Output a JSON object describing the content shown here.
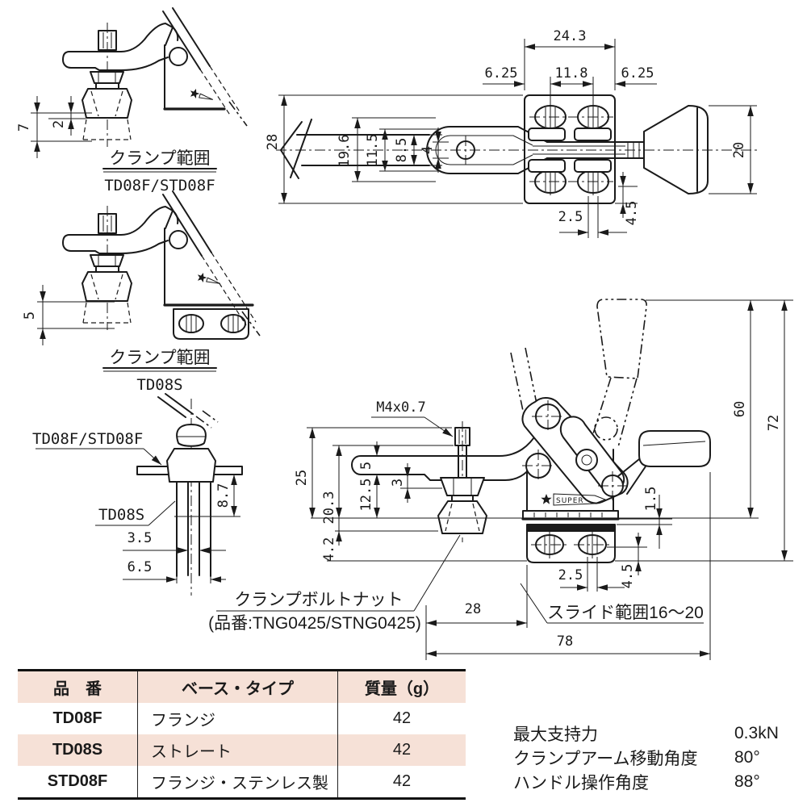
{
  "colors": {
    "line": "#1a1a1a",
    "table_header_bg": "#f6e1d7",
    "table_alt_bg": "#f6e1d7",
    "paper": "#ffffff"
  },
  "views": {
    "range_f": {
      "title": "クランプ範囲",
      "subtitle": "TD08F/STD08F",
      "dim_range": "7",
      "dim_over": "2"
    },
    "range_s": {
      "title": "クランプ範囲",
      "subtitle": "TD08S",
      "dim_range": "5"
    },
    "detail": {
      "label_flange": "TD08F/STD08F",
      "label_straight": "TD08S",
      "dim_depth": "8.7",
      "dim_inner": "3.5",
      "dim_outer": "6.5"
    },
    "top": {
      "dim_width": "24.3",
      "dim_off_l": "6.25",
      "dim_span": "11.8",
      "dim_off_r": "6.25",
      "dim_height": "28",
      "dim_196": "19.6",
      "dim_115": "11.5",
      "dim_85": "8.5",
      "dim_4": "4",
      "dim_knob": "20",
      "dim_slot": "2.5",
      "dim_edge": "4.5"
    },
    "side": {
      "thread": "M4x0.7",
      "dim_25": "25",
      "dim_203": "20.3",
      "dim_125": "12.5",
      "dim_5": "5",
      "dim_3": "3",
      "dim_42": "4.2",
      "dim_60": "60",
      "dim_72": "72",
      "dim_15": "1.5",
      "dim_25b": "2.5",
      "dim_45": "4.5",
      "dim_28": "28",
      "dim_78": "78",
      "note_bolt_1": "クランプボルトナット",
      "note_bolt_2": "(品番:TNG0425/STNG0425)",
      "note_slide": "スライド範囲16～20",
      "logo_star": "☆",
      "logo_text": "SUPER"
    }
  },
  "table": {
    "headers": [
      "品　番",
      "ベース・タイプ",
      "質量（g）"
    ],
    "rows": [
      [
        "TD08F",
        "フランジ",
        "42"
      ],
      [
        "TD08S",
        "ストレート",
        "42"
      ],
      [
        "STD08F",
        "フランジ・ステンレス製",
        "42"
      ]
    ]
  },
  "specs": [
    {
      "label": "最大支持力",
      "value": "0.3kN"
    },
    {
      "label": "クランプアーム移動角度",
      "value": "80°"
    },
    {
      "label": "ハンドル操作角度",
      "value": "88°"
    }
  ]
}
